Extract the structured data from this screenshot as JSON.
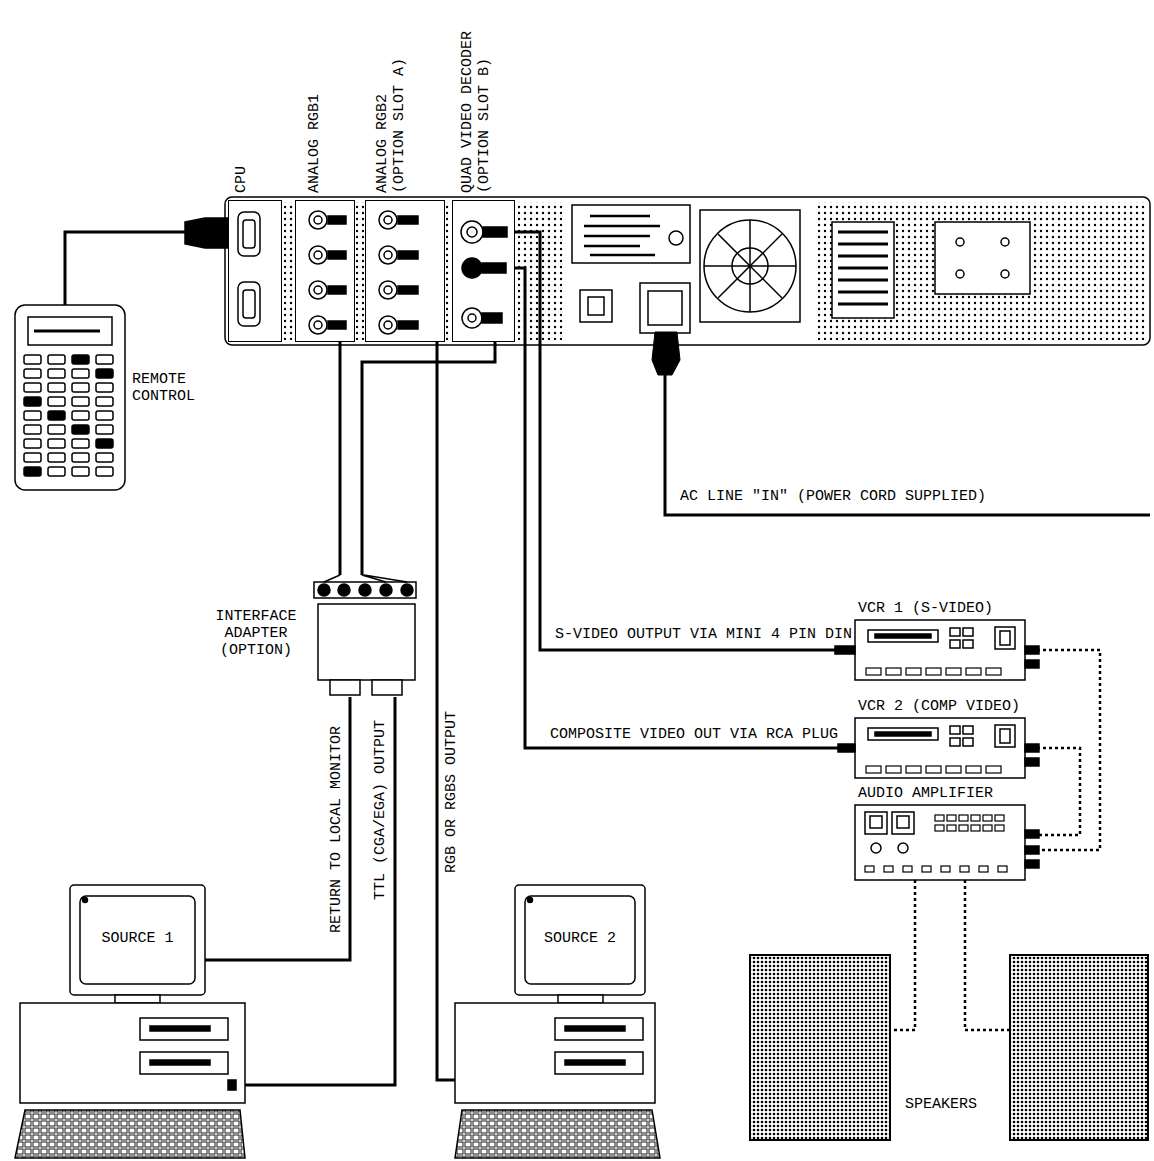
{
  "diagram": {
    "nodes": [
      {
        "text": [
          "CPU"
        ]
      },
      {
        "text": [
          "ANALOG RGB1"
        ]
      },
      {
        "text": [
          "ANALOG RGB2 (OPTION SLOT A)"
        ]
      },
      {
        "text": [
          "QUAD VIDEO DECODER (OPTION SLOT B)"
        ]
      },
      {
        "text": [
          "REMOTE CONTROL"
        ]
      },
      {
        "text": [
          "INTERFACE ADAPTER (OPTION)"
        ]
      },
      {
        "text": [
          "SOURCE 1"
        ]
      },
      {
        "text": [
          "SOURCE 2"
        ]
      },
      {
        "text": [
          "VCR 1 (S-VIDEO)"
        ]
      },
      {
        "text": [
          "VCR 2 (COMP VIDEO)"
        ]
      },
      {
        "text": [
          "AUDIO AMPLIFIER"
        ]
      }
    ],
    "edges": [
      {
        "from": 4,
        "to": 0,
        "arrow": "none"
      },
      {
        "from": 5,
        "to": 1,
        "arrow": "none"
      },
      {
        "from": 5,
        "to": 3,
        "arrow": "none"
      },
      {
        "from": 5,
        "to": 6,
        "label": "RETURN TO LOCAL MONITOR",
        "arrow": "none"
      },
      {
        "from": 6,
        "to": 5,
        "label": "TTL (CGA/EGA) OUTPUT",
        "arrow": "none"
      },
      {
        "from": 7,
        "to": 2,
        "label": "RGB OR RGBS OUTPUT",
        "arrow": "none"
      },
      {
        "from": 3,
        "to": 8,
        "label": "S-VIDEO OUTPUT VIA MINI 4 PIN DIN",
        "arrow": "none"
      },
      {
        "from": 3,
        "to": 9,
        "label": "COMPOSITE VIDEO OUT VIA RCA PLUG",
        "arrow": "none"
      },
      {
        "from": 8,
        "to": 10,
        "arrow": "none"
      },
      {
        "from": 9,
        "to": 10,
        "arrow": "none"
      }
    ],
    "labels": [
      "AC LINE \"IN\" (POWER CORD SUPPLIED)",
      "SPEAKERS"
    ]
  }
}
